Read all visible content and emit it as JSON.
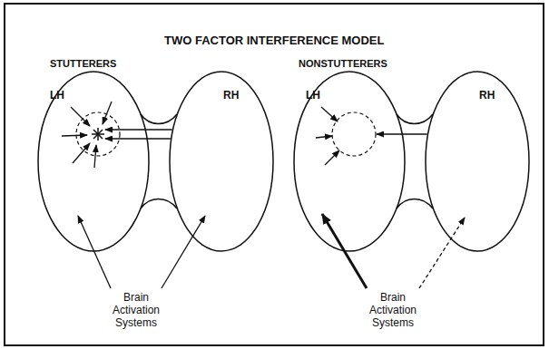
{
  "diagram": {
    "title": "TWO FACTOR INTERFERENCE MODEL",
    "nodes": [
      {
        "text": [
          "LH"
        ]
      },
      {
        "text": [
          "RH"
        ]
      },
      {
        "text": [
          "LH"
        ]
      },
      {
        "text": [
          "RH"
        ]
      }
    ],
    "edges": [
      {
        "from": 1,
        "to": 0,
        "arrow": "to"
      },
      {
        "from": 1,
        "to": 0,
        "arrow": "to"
      },
      {
        "from": 3,
        "to": 2,
        "arrow": "to"
      }
    ],
    "labels": [
      "STUTTERERS",
      "NONSTUTTERERS",
      "Brain Activation Systems",
      "Brain Activation Systems"
    ]
  }
}
